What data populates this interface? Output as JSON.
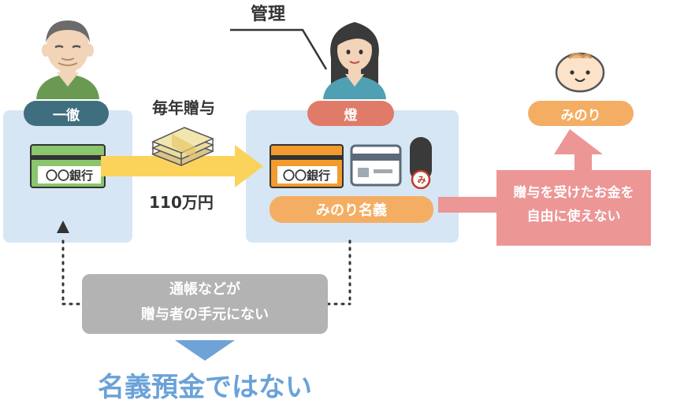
{
  "labels": {
    "manage": "管理",
    "giver": "一徹",
    "custodian": "燈",
    "child": "みのり",
    "annual_gift": "毎年贈与",
    "amount": "110万円",
    "bank_left": "〇〇銀行",
    "bank_right": "〇〇銀行",
    "account_name": "みのり名義",
    "cannot_use": [
      "贈与を受けたお金を",
      "自由に使えない"
    ],
    "passbook_note": [
      "通帳などが",
      "贈与者の手元にない"
    ],
    "conclusion": "名義預金ではない",
    "seal_char": "み"
  },
  "colors": {
    "giver_pill": "#3f6f7e",
    "custodian_pill": "#df7b68",
    "child_pill": "#f4ae63",
    "account_pill": "#f4ae63",
    "panel": "#d6e6f5",
    "gift_arrow": "#fbd35a",
    "red_box": "#ec9696",
    "gray_box": "#b3b3b3",
    "down_arrow": "#6fa3d8",
    "conclusion_text": "#6aa2d8",
    "bank_green": "#8bc56e",
    "bank_orange": "#f39c2e"
  },
  "icons": [
    "elderly-man-icon",
    "woman-icon",
    "baby-icon",
    "money-bundle-icon",
    "bankbook-icon",
    "card-icon",
    "seal-stamp-icon"
  ]
}
